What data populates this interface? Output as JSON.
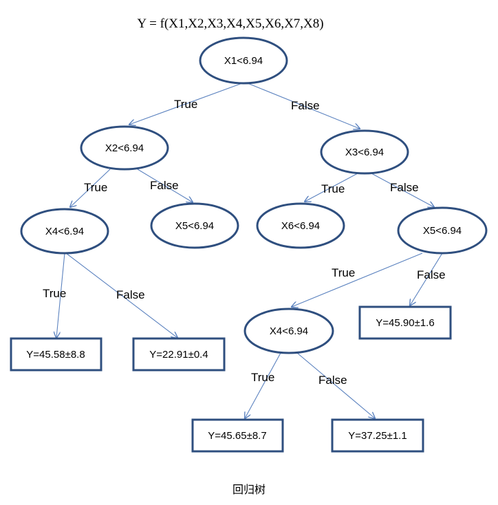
{
  "equation": "Y = f(X1,X2,X3,X4,X5,X6,X7,X8)",
  "caption": "回归树",
  "colors": {
    "node_stroke": "#2f4f7f",
    "edge": "#5b82bf",
    "text": "#000000"
  },
  "nodes": {
    "n1": "X1<6.94",
    "n2": "X2<6.94",
    "n3": "X3<6.94",
    "n4": "X4<6.94",
    "n5": "X5<6.94",
    "n6": "X6<6.94",
    "n7": "X5<6.94",
    "n8": "X4<6.94"
  },
  "leaves": {
    "l1": "Y=45.58±8.8",
    "l2": "Y=22.91±0.4",
    "l3": "Y=45.90±1.6",
    "l4": "Y=45.65±8.7",
    "l5": "Y=37.25±1.1"
  },
  "edge_labels": {
    "e1": "True",
    "e2": "False",
    "e3": "True",
    "e4": "False",
    "e5": "True",
    "e6": "False",
    "e7": "True",
    "e8": "False",
    "e9": "True",
    "e10": "False",
    "e11": "True",
    "e12": "False"
  }
}
